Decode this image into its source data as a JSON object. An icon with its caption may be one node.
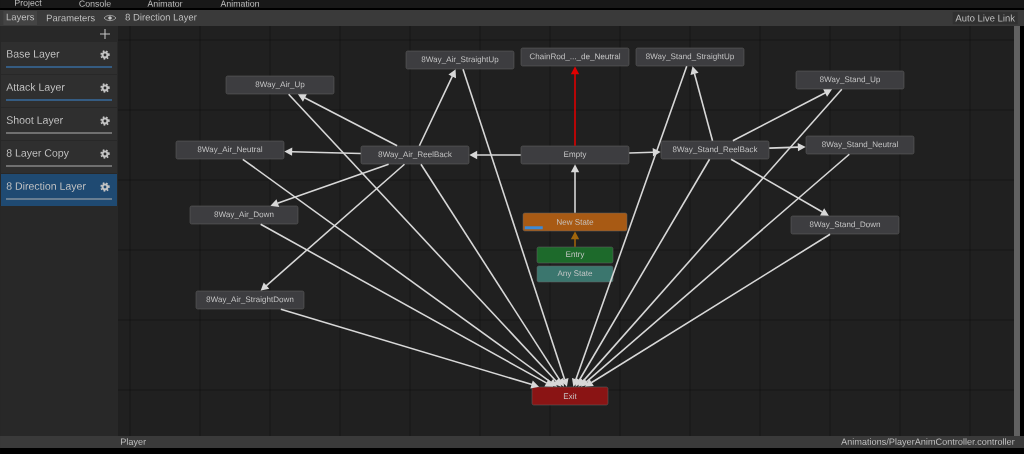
{
  "diagram": {
    "nodes": [
      {
        "text": [
          "8Way_Air_StraightUp"
        ]
      },
      {
        "text": [
          "ChainRod_..._de_Neutral"
        ]
      },
      {
        "text": [
          "8Way_Stand_StraightUp"
        ]
      },
      {
        "text": [
          "8Way_Air_Up"
        ]
      },
      {
        "text": [
          "8Way_Stand_Up"
        ]
      },
      {
        "text": [
          "8Way_Air_Neutral"
        ]
      },
      {
        "text": [
          "8Way_Air_ReelBack"
        ]
      },
      {
        "text": [
          "Empty"
        ]
      },
      {
        "text": [
          "8Way_Stand_ReelBack"
        ]
      },
      {
        "text": [
          "8Way_Stand_Neutral"
        ]
      },
      {
        "text": [
          "8Way_Air_Down"
        ]
      },
      {
        "text": [
          "8Way_Stand_Down"
        ]
      },
      {
        "text": [
          "8Way_Air_StraightDown"
        ]
      },
      {
        "text": [
          "New State"
        ]
      },
      {
        "text": [
          "Entry"
        ]
      },
      {
        "text": [
          "Any State"
        ]
      },
      {
        "text": [
          "Exit"
        ]
      }
    ],
    "edges": [
      {
        "from": 13,
        "to": 7,
        "arrow": "to"
      },
      {
        "from": 14,
        "to": 13,
        "arrow": "to",
        "color": "#a0650c"
      },
      {
        "from": 7,
        "to": 1,
        "arrow": "to",
        "color": "#e00000"
      },
      {
        "from": 7,
        "to": 6,
        "arrow": "to"
      },
      {
        "from": 7,
        "to": 8,
        "arrow": "to"
      },
      {
        "from": 6,
        "to": 0,
        "arrow": "to"
      },
      {
        "from": 6,
        "to": 3,
        "arrow": "to"
      },
      {
        "from": 6,
        "to": 5,
        "arrow": "to"
      },
      {
        "from": 6,
        "to": 10,
        "arrow": "to"
      },
      {
        "from": 6,
        "to": 12,
        "arrow": "to"
      },
      {
        "from": 8,
        "to": 2,
        "arrow": "to"
      },
      {
        "from": 8,
        "to": 4,
        "arrow": "to"
      },
      {
        "from": 8,
        "to": 9,
        "arrow": "to"
      },
      {
        "from": 8,
        "to": 11,
        "arrow": "to"
      },
      {
        "from": 0,
        "to": 16,
        "arrow": "to"
      },
      {
        "from": 3,
        "to": 16,
        "arrow": "to"
      },
      {
        "from": 5,
        "to": 16,
        "arrow": "to"
      },
      {
        "from": 6,
        "to": 16,
        "arrow": "to"
      },
      {
        "from": 10,
        "to": 16,
        "arrow": "to"
      },
      {
        "from": 12,
        "to": 16,
        "arrow": "to"
      },
      {
        "from": 2,
        "to": 16,
        "arrow": "to"
      },
      {
        "from": 8,
        "to": 16,
        "arrow": "to"
      },
      {
        "from": 4,
        "to": 16,
        "arrow": "to"
      },
      {
        "from": 9,
        "to": 16,
        "arrow": "to"
      },
      {
        "from": 11,
        "to": 16,
        "arrow": "to"
      }
    ],
    "labels": [
      "Project",
      "Console",
      "Animator",
      "Animation",
      "Layers",
      "Parameters",
      "8 Direction Layer",
      "Auto Live Link",
      "Base Layer",
      "Attack Layer",
      "Shoot Layer",
      "8 Layer Copy",
      "8 Direction Layer",
      "Player",
      "Animations/PlayerAnimController.controller"
    ]
  }
}
